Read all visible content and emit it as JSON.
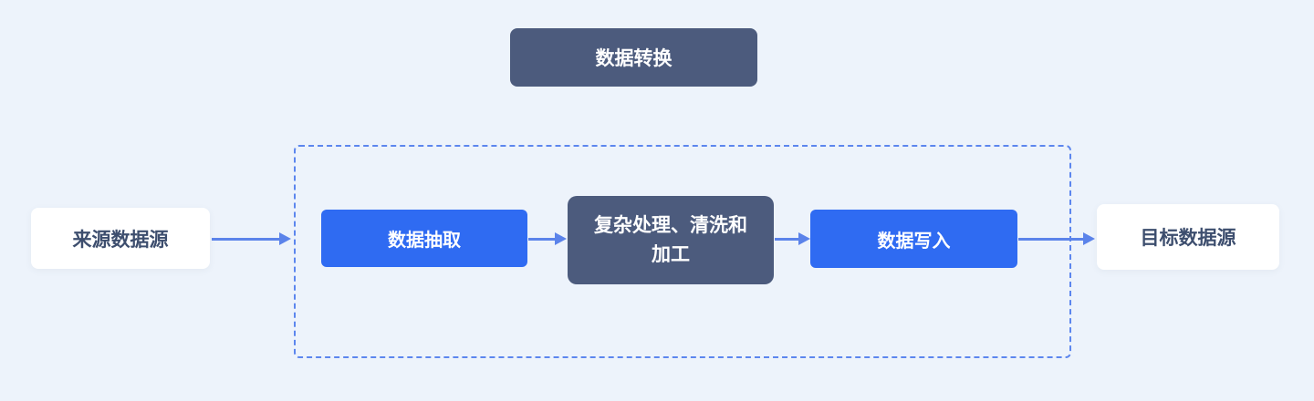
{
  "colors": {
    "background": "#EDF3FB",
    "dark_box": "#4C5B7D",
    "blue_box": "#2F6BF2",
    "arrow": "#5B83EA",
    "dashed_border": "#5C86EE",
    "text_dark": "#3D4E6E",
    "text_light": "#FFFFFF"
  },
  "diagram": {
    "title": "数据转换",
    "nodes": [
      {
        "id": "source",
        "label": "来源数据源",
        "style": "plain"
      },
      {
        "id": "extract",
        "label": "数据抽取",
        "style": "primary"
      },
      {
        "id": "process",
        "label": "复杂处理、清洗和加工",
        "style": "dark"
      },
      {
        "id": "write",
        "label": "数据写入",
        "style": "primary"
      },
      {
        "id": "target",
        "label": "目标数据源",
        "style": "plain"
      }
    ],
    "flow": [
      "来源数据源 → 数据抽取",
      "数据抽取 → 复杂处理、清洗和加工",
      "复杂处理、清洗和加工 → 数据写入",
      "数据写入 → 目标数据源"
    ]
  }
}
